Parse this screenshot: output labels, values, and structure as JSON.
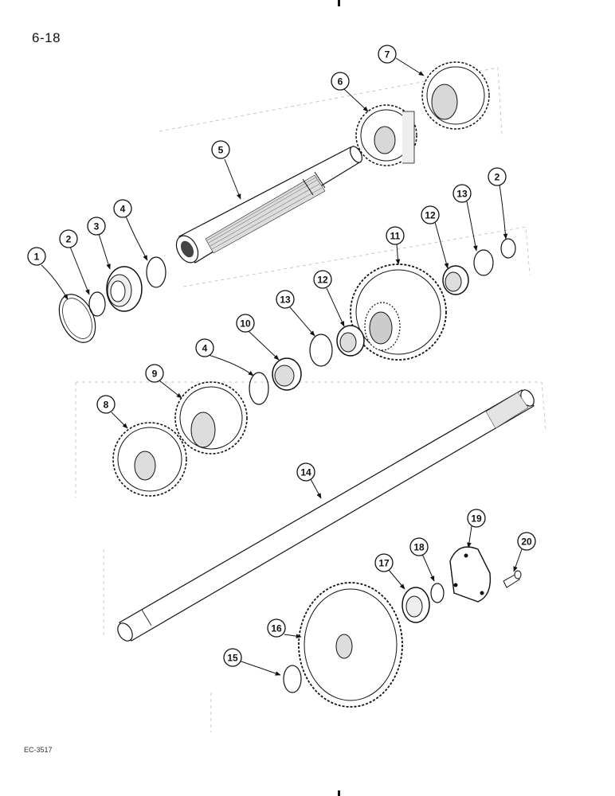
{
  "page": {
    "number": "6-18",
    "drawing_code": "EC-3517"
  },
  "callouts": [
    {
      "id": "c1",
      "label": "1"
    },
    {
      "id": "c2a",
      "label": "2"
    },
    {
      "id": "c3",
      "label": "3"
    },
    {
      "id": "c4a",
      "label": "4"
    },
    {
      "id": "c5",
      "label": "5"
    },
    {
      "id": "c6",
      "label": "6"
    },
    {
      "id": "c7",
      "label": "7"
    },
    {
      "id": "c2b",
      "label": "2"
    },
    {
      "id": "c13a",
      "label": "13"
    },
    {
      "id": "c12a",
      "label": "12"
    },
    {
      "id": "c11",
      "label": "11"
    },
    {
      "id": "c12b",
      "label": "12"
    },
    {
      "id": "c13b",
      "label": "13"
    },
    {
      "id": "c10",
      "label": "10"
    },
    {
      "id": "c4b",
      "label": "4"
    },
    {
      "id": "c9",
      "label": "9"
    },
    {
      "id": "c8",
      "label": "8"
    },
    {
      "id": "c14",
      "label": "14"
    },
    {
      "id": "c19",
      "label": "19"
    },
    {
      "id": "c20",
      "label": "20"
    },
    {
      "id": "c18",
      "label": "18"
    },
    {
      "id": "c17",
      "label": "17"
    },
    {
      "id": "c16",
      "label": "16"
    },
    {
      "id": "c15",
      "label": "15"
    }
  ]
}
